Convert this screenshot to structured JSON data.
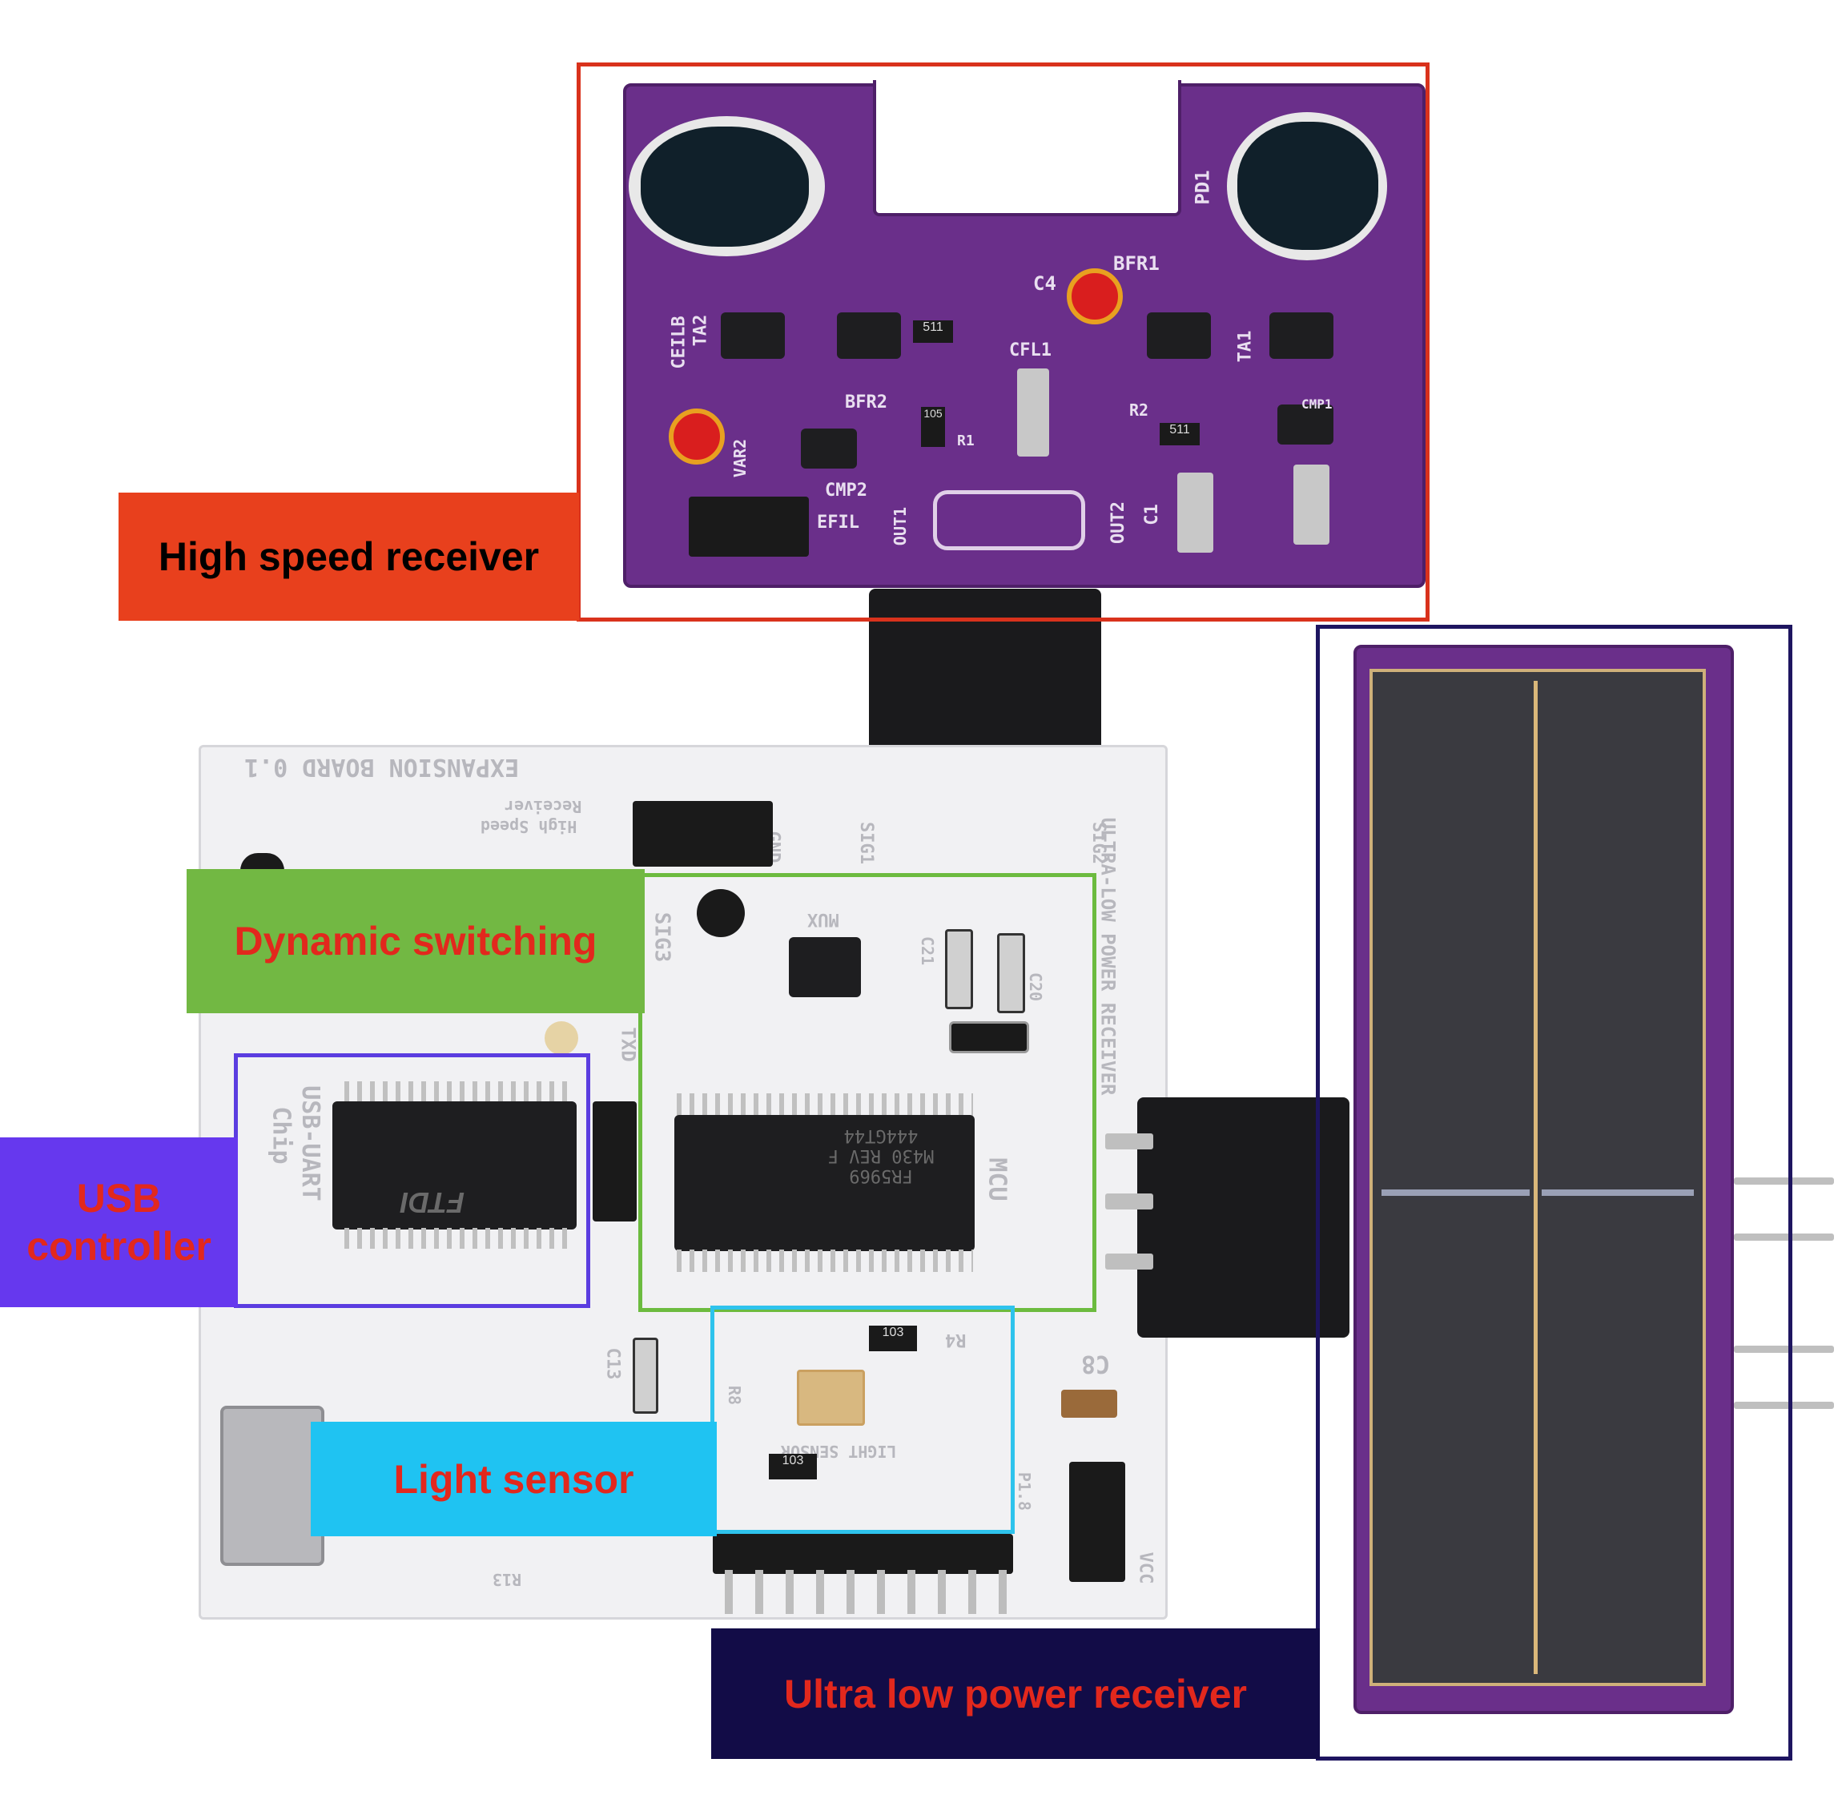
{
  "annotations": {
    "high_speed_receiver": {
      "label": "High speed receiver",
      "frame_color": "#d9321c",
      "label_bg": "#e8401d",
      "label_text_color": "#000000"
    },
    "dynamic_switching": {
      "label": "Dynamic switching",
      "frame_color": "#6cbb3f",
      "label_bg": "#72b843",
      "label_text_color": "#e2281d"
    },
    "usb_controller": {
      "label": "USB controller",
      "frame_color": "#5b3de0",
      "label_bg": "#6638ee",
      "label_text_color": "#e2281d"
    },
    "light_sensor": {
      "label": "Light sensor",
      "frame_color": "#2ec3ec",
      "label_bg": "#1fc3f2",
      "label_text_color": "#e2281d"
    },
    "ultra_low_power_receiver": {
      "label": "Ultra low power receiver",
      "frame_color": "#1e1560",
      "label_bg": "#120c47",
      "label_text_color": "#e2281d"
    }
  },
  "silkscreen": {
    "board_title": "EXPANSION BOARD 0.1",
    "hs_label_line1": "High Speed",
    "hs_label_line2": "Receiver",
    "usb_uart_line1": "USB-UART",
    "usb_uart_line2": "Chip",
    "mcu": "MCU",
    "mux": "MUX",
    "light_sensor": "LIGHT SENSOR",
    "sig3": "SIG3",
    "txd": "TXD",
    "c8": "C8",
    "c13": "C13",
    "r13": "R13",
    "vcc": "VCC",
    "p18": "P1.8",
    "ultra_low": "ULTRA-LOW POWER RECEIVER",
    "c21": "C21",
    "c20": "C20",
    "r4": "R4",
    "r8": "R8",
    "sig1": "SIG1",
    "sig2": "SIG2",
    "gnd": "GND",
    "ftdi": "FTDI",
    "msp_line1": "M430 REV F",
    "msp_line2": "444GT44",
    "msp_line3": "FR5969"
  },
  "purple_silk": {
    "pd1": "PD1",
    "bfr1": "BFR1",
    "c4": "C4",
    "ceilb": "CEILB",
    "ta2": "TA2",
    "ta1": "TA1",
    "bfr2": "BFR2",
    "cfl1": "CFL1",
    "r2": "R2",
    "r1": "R1",
    "out2": "OUT2",
    "c1": "C1",
    "efil": "EFIL",
    "out1": "OUT1",
    "cmp1": "CMP1",
    "cmp2": "CMP2",
    "vr2": "VAR2"
  },
  "component_markings": {
    "r511a": "511",
    "r511b": "511",
    "r105": "105",
    "r103a": "103",
    "r103b": "103"
  }
}
